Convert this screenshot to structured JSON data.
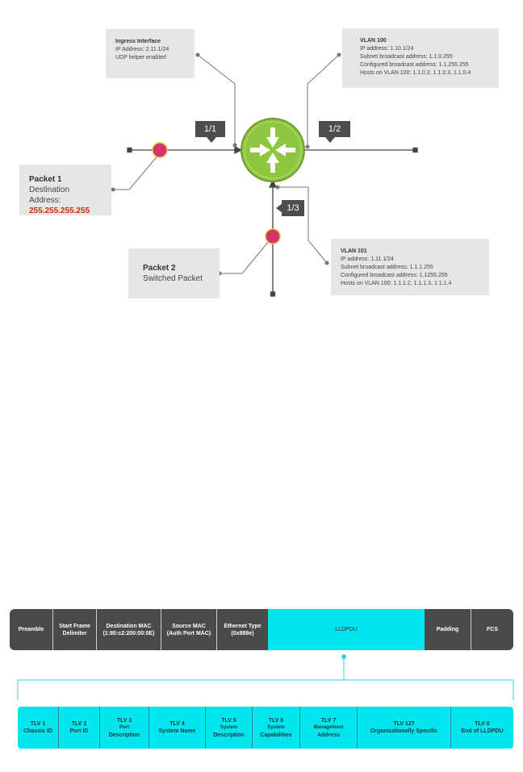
{
  "ingress": {
    "title": "Ingress Interface",
    "line1": "IP Address: 2.11.1/24",
    "line2": "UDP helper enabled"
  },
  "vlan100": {
    "title": "VLAN 100",
    "line1": "IP address: 1.10.1/24",
    "line2": "Subnet broadcast address: 1.1.0.255",
    "line3": "Configured broadcast address: 1.1.255.255",
    "line4": "Hosts on VLAN 100: 1.1.0.2, 1.1.0.3, 1.1.0.4"
  },
  "vlan101": {
    "title": "VLAN 101",
    "line1": "IP address: 1.11.1/24",
    "line2": "Subnet broadcast address: 1.1.1.255",
    "line3": "Configured broadcast address: 1.1255.255",
    "line4": "Hosts on VLAN 100: 1.1.1.2, 1.1.1.3, 1.1.1.4"
  },
  "packet1": {
    "title": "Packet 1",
    "line1": "Destination Address:",
    "address": "255.255.255.255"
  },
  "packet2": {
    "title": "Packet 2",
    "line1": "Switched Packet"
  },
  "ports": {
    "p11": "1/1",
    "p12": "1/2",
    "p13": "1/3"
  },
  "frame": {
    "preamble": "Preamble",
    "sfd1": "Start Frame",
    "sfd2": "Delimiter",
    "dmac1": "Destination MAC",
    "dmac2": "(1:80:c2:200:00:0E)",
    "smac1": "Source MAC",
    "smac2": "(Auth Port MAC)",
    "etype1": "Ethernet Type",
    "etype2": "(0x888e)",
    "lldpdu": "LLDPDU",
    "padding": "Padding",
    "fcs": "FCS"
  },
  "tlvs": [
    {
      "name": "TLV 1",
      "desc": "Chassis ID"
    },
    {
      "name": "TLV 2",
      "desc": "Port ID"
    },
    {
      "name": "TLV 3",
      "sub": "Port",
      "desc": "Description"
    },
    {
      "name": "TLV 4",
      "desc": "System Name"
    },
    {
      "name": "TLV 5",
      "sub": "System",
      "desc": "Description"
    },
    {
      "name": "TLV 6",
      "sub": "System",
      "desc": "Capabilities"
    },
    {
      "name": "TLV 7",
      "sub": "Management",
      "desc": "Address"
    },
    {
      "name": "TLV 127",
      "desc": "Organizationally Specific"
    },
    {
      "name": "TLV 0",
      "desc": "End of LLDPDU"
    }
  ],
  "colors": {
    "router": "#8dc63f",
    "packet": "#d6336c",
    "lldpdu": "#00e5ee",
    "frame_bar": "#4a4a4a",
    "highlight": "#cc3300"
  }
}
